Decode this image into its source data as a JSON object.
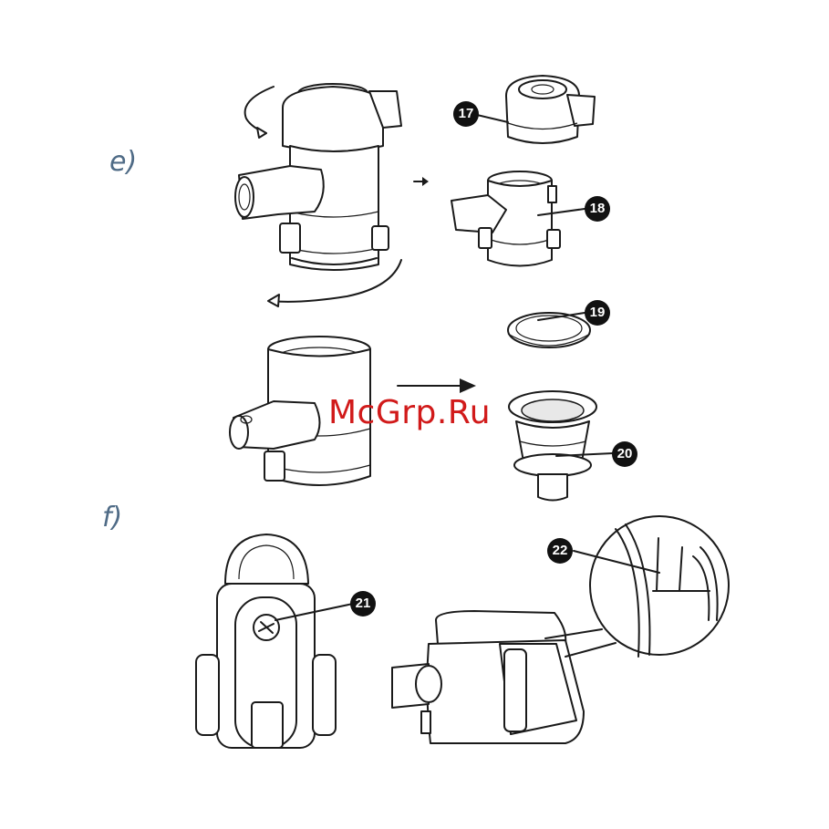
{
  "steps": {
    "e": "e)",
    "f": "f)"
  },
  "callouts": {
    "c17": "17",
    "c18": "18",
    "c19": "19",
    "c20": "20",
    "c21": "21",
    "c22": "22"
  },
  "watermark": "McGrp.Ru"
}
